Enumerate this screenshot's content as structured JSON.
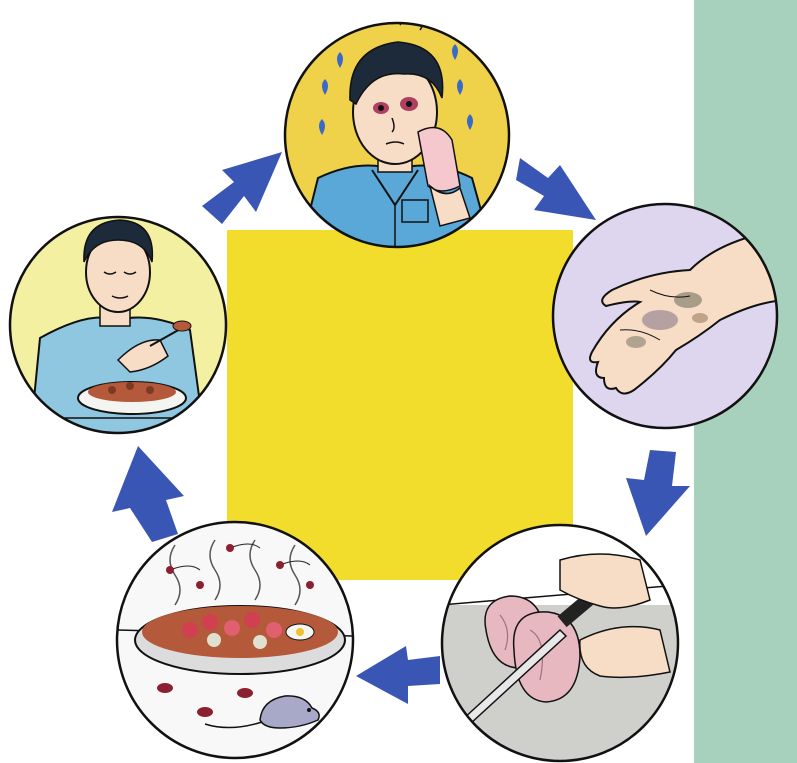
{
  "colors": {
    "background": "#ffffff",
    "center_square": "#f2dc2c",
    "side_panel": "#a8d1bd",
    "arrow": "#3a56b5",
    "outline": "#111111",
    "skin": "#f7dcc6",
    "shirt": "#5aa8d8",
    "hair": "#1c2a3a",
    "food": "#b45a3a",
    "raw_meat": "#e8b8c0",
    "circle_sick": "#f0d24a",
    "circle_hand": "#ddd6ee",
    "circle_cutting": "#cfd0cc",
    "circle_spoiled_food": "#f8f8f8",
    "circle_eating": "#f4f0a2",
    "rat": "#a8a8c8",
    "flies": "#8a2030"
  },
  "cycle_steps": [
    {
      "id": "sick-person",
      "icon": "sick-person-icon"
    },
    {
      "id": "dirty-hand",
      "icon": "dirty-hand-icon"
    },
    {
      "id": "cutting-raw-meat",
      "icon": "cutting-meat-icon"
    },
    {
      "id": "contaminated-food",
      "icon": "contaminated-food-icon"
    },
    {
      "id": "person-eating",
      "icon": "eating-person-icon"
    }
  ],
  "arrows": [
    {
      "from": "sick-person",
      "to": "dirty-hand",
      "icon": "arrow-icon"
    },
    {
      "from": "dirty-hand",
      "to": "cutting-raw-meat",
      "icon": "arrow-icon"
    },
    {
      "from": "cutting-raw-meat",
      "to": "contaminated-food",
      "icon": "arrow-icon"
    },
    {
      "from": "contaminated-food",
      "to": "person-eating",
      "icon": "arrow-icon"
    },
    {
      "from": "person-eating",
      "to": "sick-person",
      "icon": "arrow-icon"
    }
  ]
}
